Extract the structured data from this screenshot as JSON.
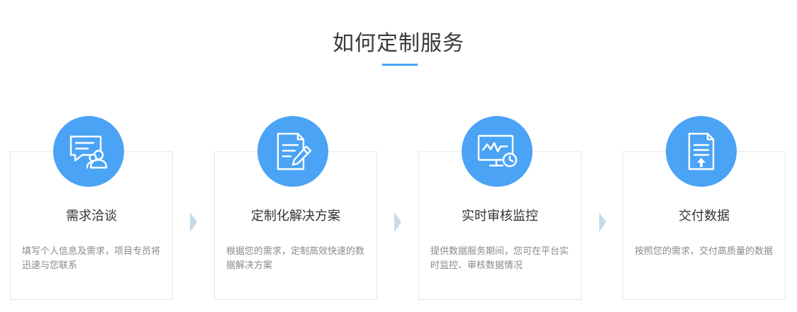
{
  "section": {
    "title": "如何定制服务"
  },
  "accent_color": "#4aa3f5",
  "steps": [
    {
      "title": "需求洽谈",
      "desc": "填写个人信息及需求，项目专员将迅速与您联系",
      "icon": "chat-users-icon"
    },
    {
      "title": "定制化解决方案",
      "desc": "根据您的需求，定制高效快速的数据解决方案",
      "icon": "document-edit-icon"
    },
    {
      "title": "实时审核监控",
      "desc": "提供数据服务期间，您可在平台实时监控、审核数据情况",
      "icon": "monitor-clock-icon"
    },
    {
      "title": "交付数据",
      "desc": "按照您的需求，交付高质量的数据",
      "icon": "document-upload-icon"
    }
  ]
}
